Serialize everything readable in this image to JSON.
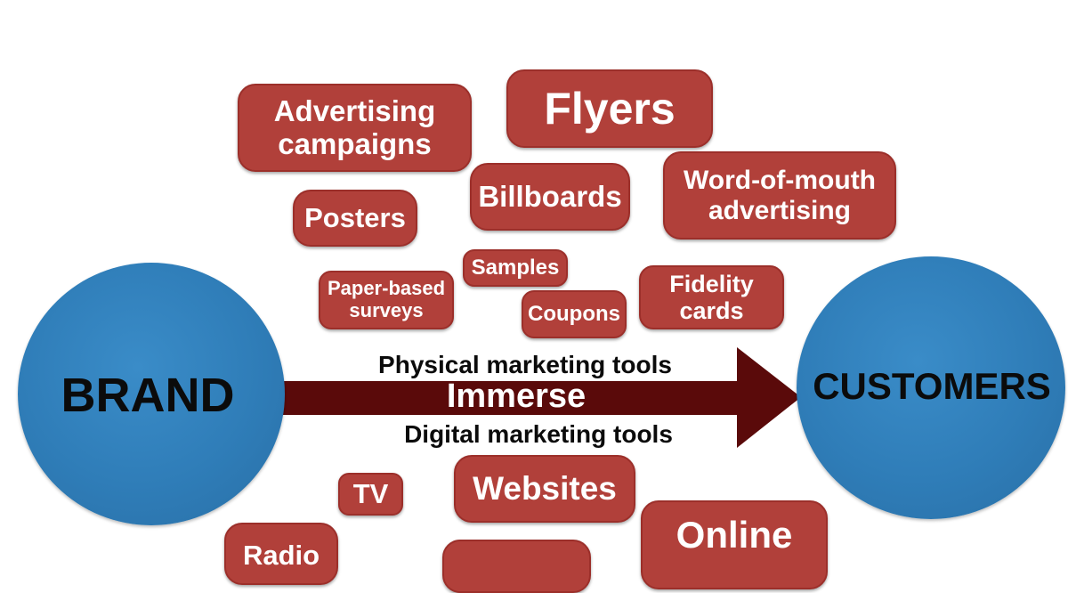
{
  "diagram": {
    "brand": "BRAND",
    "customers": "CUSTOMERS",
    "arrow": {
      "top_label": "Physical marketing tools",
      "center_label": "Immerse",
      "bottom_label": "Digital marketing tools"
    },
    "physical_tools": [
      "Advertising\ncampaigns",
      "Flyers",
      "Billboards",
      "Word-of-mouth\nadvertising",
      "Posters",
      "Samples",
      "Paper-based\nsurveys",
      "Coupons",
      "Fidelity\ncards"
    ],
    "digital_tools": [
      "TV",
      "Websites",
      "Radio",
      "Online"
    ]
  },
  "colors": {
    "circle": "#2f7db8",
    "box": "#b1403a",
    "arrow": "#5a0a0a",
    "text_light": "#ffffff",
    "text_dark": "#0b0b0b"
  }
}
